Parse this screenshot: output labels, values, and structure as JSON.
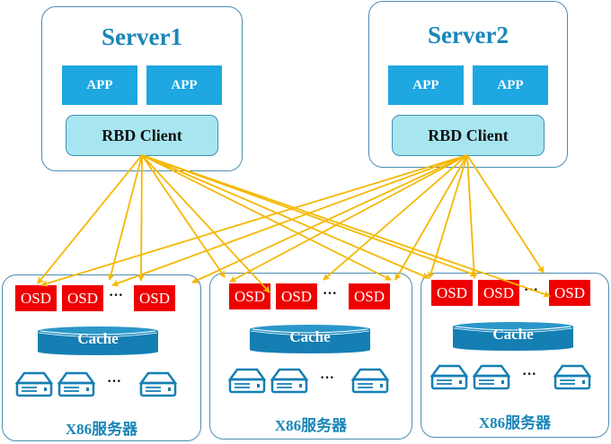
{
  "servers": [
    {
      "title": "Server1",
      "apps": [
        "APP",
        "APP"
      ],
      "client": "RBD Client"
    },
    {
      "title": "Server2",
      "apps": [
        "APP",
        "APP"
      ],
      "client": "RBD Client"
    }
  ],
  "nodes": [
    {
      "osds": [
        "OSD",
        "OSD",
        "OSD"
      ],
      "ellipsis": "···",
      "cache": "Cache",
      "disk_ellipsis": "···",
      "label": "X86服务器"
    },
    {
      "osds": [
        "OSD",
        "OSD",
        "OSD"
      ],
      "ellipsis": "···",
      "cache": "Cache",
      "disk_ellipsis": "···",
      "label": "X86服务器"
    },
    {
      "osds": [
        "OSD",
        "OSD",
        "OSD"
      ],
      "ellipsis": "···",
      "cache": "Cache",
      "disk_ellipsis": "···",
      "label": "X86服务器"
    }
  ],
  "colors": {
    "server_title": "#1a86b8",
    "app": "#1ea7e1",
    "client": "#a7e6f0",
    "osd": "#ee0000",
    "cache": "#157fb4",
    "link": "#f5b800",
    "border": "#4a8db3"
  },
  "connections": {
    "description": "Each RBD Client links to every OSD across all three X86 servers",
    "from": [
      "Server1",
      "Server2"
    ],
    "to_per_client": 9
  }
}
